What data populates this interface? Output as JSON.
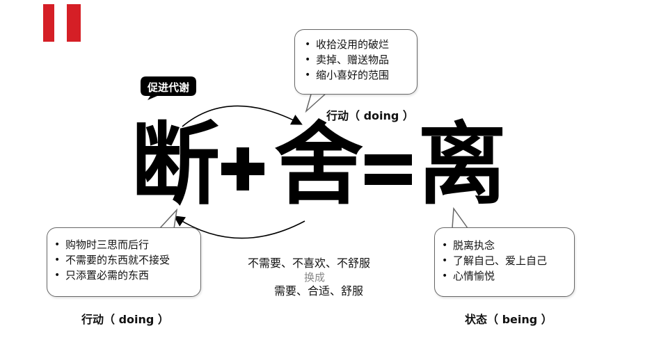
{
  "badge": {
    "label": "促进代谢"
  },
  "equation": {
    "term1": "断",
    "term2": "舍",
    "result": "离"
  },
  "top_bubble": {
    "items": [
      "收拾没用的破烂",
      "卖掉、赠送物品",
      "缩小喜好的范围"
    ],
    "caption": "行动（ doing ）"
  },
  "left_bubble": {
    "items": [
      "购物时三思而后行",
      "不需要的东西就不接受",
      "只添置必需的东西"
    ],
    "caption": "行动（ doing ）"
  },
  "right_bubble": {
    "items": [
      "脱离执念",
      "了解自己、爱上自己",
      "心情愉悦"
    ],
    "caption": "状态（ being ）"
  },
  "swap": {
    "from": "不需要、不喜欢、不舒服",
    "verb": "换成",
    "to": "需要、合适、舒服"
  },
  "colors": {
    "accent_red": "#d51f26",
    "text": "#111111"
  }
}
